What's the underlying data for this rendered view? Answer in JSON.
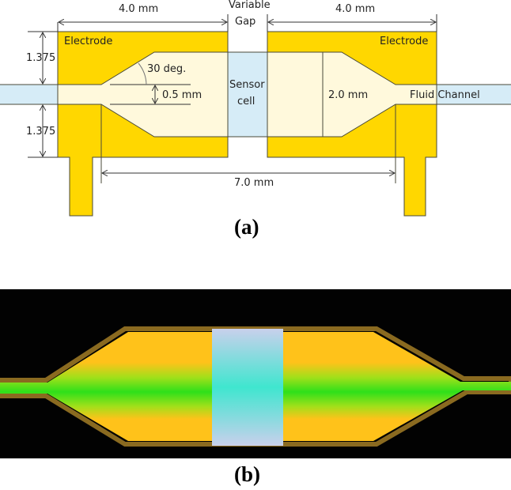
{
  "panel_a": {
    "caption": "(a)",
    "labels": {
      "left_width": "4.0 mm",
      "right_width": "4.0 mm",
      "gap_line1": "Variable",
      "gap_line2": "Gap",
      "left_electrode": "Electrode",
      "right_electrode": "Electrode",
      "top_height": "1.375",
      "bottom_height": "1.375",
      "angle": "30 deg.",
      "channel_width": "0.5 mm",
      "sensor_line1": "Sensor",
      "sensor_line2": "cell",
      "wide_width": "2.0 mm",
      "fluid_channel": "Fluid Channel",
      "span": "7.0 mm"
    },
    "colors": {
      "electrode": "#FFD700",
      "channel_fill": "#FFF9DC",
      "fluid": "#D6ECF7",
      "outline": "#4a4a3a"
    }
  },
  "panel_b": {
    "caption": "(b)",
    "colors": {
      "background": "#020202",
      "edge": "#FFC21A",
      "center": "#2EE01A",
      "sensor": "#3FE6CF"
    }
  }
}
